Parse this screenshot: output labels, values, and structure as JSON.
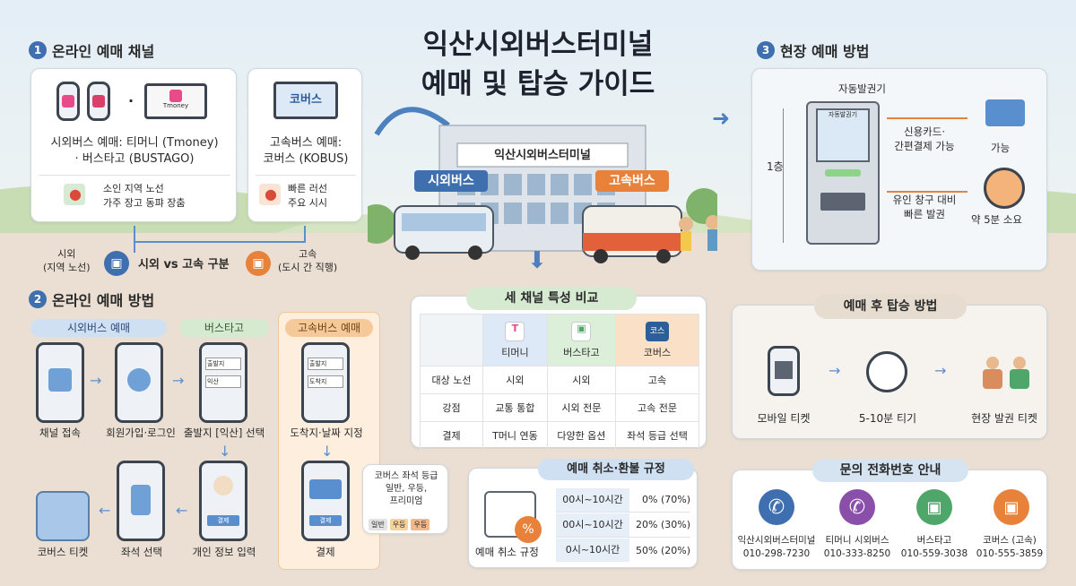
{
  "title": {
    "line1": "익산시외버스터미널",
    "line2": "예매 및 탑승 가이드"
  },
  "section1": {
    "num": "1",
    "title": "온라인 예매 채널",
    "card1": {
      "dot": "·",
      "laptop_label": "Tmoney",
      "desc": "시외버스 예매: 티머니 (Tmoney)\n· 버스타고 (BUSTAGO)",
      "note": "소인 지역 노선\n가주 장고 동퍄 장춤"
    },
    "card2": {
      "screen_label": "코버스",
      "desc": "고속버스 예매:\n코버스 (KOBUS)",
      "note": "빠른 러선\n주요 시시"
    }
  },
  "compare_bar": {
    "left": "시외\n(지역 노선)",
    "center": "시외 vs 고속 구분",
    "right": "고속\n(도시 간 직행)"
  },
  "terminal": {
    "sign": "익산시외버스터미널",
    "left_badge": "시외버스",
    "right_badge": "고속버스"
  },
  "section2": {
    "num": "2",
    "title": "온라인 예매 방법",
    "pills": [
      "시외버스 예매",
      "버스타고",
      "고속버스 예매"
    ],
    "steps": [
      "채널 접속",
      "회원가입·로그인",
      "출발지 [익산] 선택",
      "개인 정보 입력",
      "좌석 선택",
      "코버스 티켓",
      "도착지·날짜 지정",
      "결제"
    ],
    "dropdown1": "출발지",
    "dropdown2": "익산",
    "dropdown3": "출발지",
    "dropdown4": "도착지",
    "pay_btn": "결제",
    "pay_btn2": "결제",
    "grade_box": {
      "title": "코버스 좌석 등급\n일반, 우등,\n프리미엄",
      "tags": [
        "일반",
        "우등",
        "우등"
      ]
    }
  },
  "section3": {
    "num": "3",
    "title": "현장 예매 방법",
    "kiosk_label": "자동발권기",
    "kiosk_screen": "자동발권기",
    "floor": "1층",
    "card_text": "신용카드·\n간편결제 가능",
    "card_caption": "가능",
    "counter_text": "유인 창구 대비\n빠른 발권",
    "time_caption": "약 5분 소요"
  },
  "comparison": {
    "title": "세 채널 특성 비교",
    "headers": [
      "티머니",
      "버스타고",
      "코버스"
    ],
    "header_icon3": "코스",
    "rows": [
      {
        "label": "대상 노선",
        "cells": [
          "시외",
          "시외",
          "고속"
        ]
      },
      {
        "label": "강점",
        "cells": [
          "교통 통합",
          "시외 전문",
          "고속 전문"
        ]
      },
      {
        "label": "결제",
        "cells": [
          "T머니 연동",
          "다양한 옵션",
          "좌석 등급 선택"
        ]
      }
    ]
  },
  "refund": {
    "title": "예매 취소·환불 규정",
    "caption": "예매 취소 규정",
    "rows": [
      {
        "time": "00시~10시간",
        "rate": "0% (70%)"
      },
      {
        "time": "00시~10시간",
        "rate": "20% (30%)"
      },
      {
        "time": "0시~10시간",
        "rate": "50% (20%)"
      }
    ]
  },
  "boarding": {
    "title": "예매 후 탑승 방법",
    "steps": [
      "모바일 티켓",
      "5-10분 티기",
      "현장 발권 티켓"
    ]
  },
  "contacts": {
    "title": "문의 전화번호 안내",
    "items": [
      {
        "name": "익산시외버스터미널",
        "phone": "010-298-7230",
        "color": "#3f6fae"
      },
      {
        "name": "티머니 시외버스",
        "phone": "010-333-8250",
        "color": "#8a4fa8"
      },
      {
        "name": "버스타고",
        "phone": "010-559-3038",
        "color": "#4fa66a"
      },
      {
        "name": "코버스 (고속)",
        "phone": "010-555-3859",
        "color": "#e8823a"
      }
    ]
  }
}
